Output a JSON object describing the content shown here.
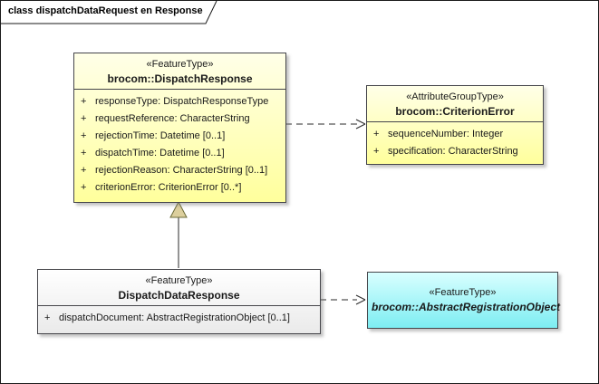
{
  "frame": {
    "title": "class dispatchDataRequest en Response"
  },
  "dispatch_response": {
    "stereotype": "«FeatureType»",
    "name": "brocom::DispatchResponse",
    "attributes": [
      {
        "vis": "+",
        "text": "responseType: DispatchResponseType"
      },
      {
        "vis": "+",
        "text": "requestReference: CharacterString"
      },
      {
        "vis": "+",
        "text": "rejectionTime: Datetime [0..1]"
      },
      {
        "vis": "+",
        "text": "dispatchTime: Datetime [0..1]"
      },
      {
        "vis": "+",
        "text": "rejectionReason: CharacterString [0..1]"
      },
      {
        "vis": "+",
        "text": "criterionError: CriterionError [0..*]"
      }
    ]
  },
  "criterion_error": {
    "stereotype": "«AttributeGroupType»",
    "name": "brocom::CriterionError",
    "attributes": [
      {
        "vis": "+",
        "text": "sequenceNumber: Integer"
      },
      {
        "vis": "+",
        "text": "specification: CharacterString"
      }
    ]
  },
  "dispatch_data_response": {
    "stereotype": "«FeatureType»",
    "name": "DispatchDataResponse",
    "attributes": [
      {
        "vis": "+",
        "text": "dispatchDocument: AbstractRegistrationObject [0..1]"
      }
    ]
  },
  "abstract_registration_object": {
    "stereotype": "«FeatureType»",
    "name": "brocom::AbstractRegistrationObject"
  },
  "colors": {
    "class_fill_yellow": "#FFFF9C",
    "class_fill_cyan": "#7DEDF2",
    "class_fill_gray": "#EAEAEA",
    "border": "#45454a",
    "generalization_triangle": "#DCCF9D"
  }
}
